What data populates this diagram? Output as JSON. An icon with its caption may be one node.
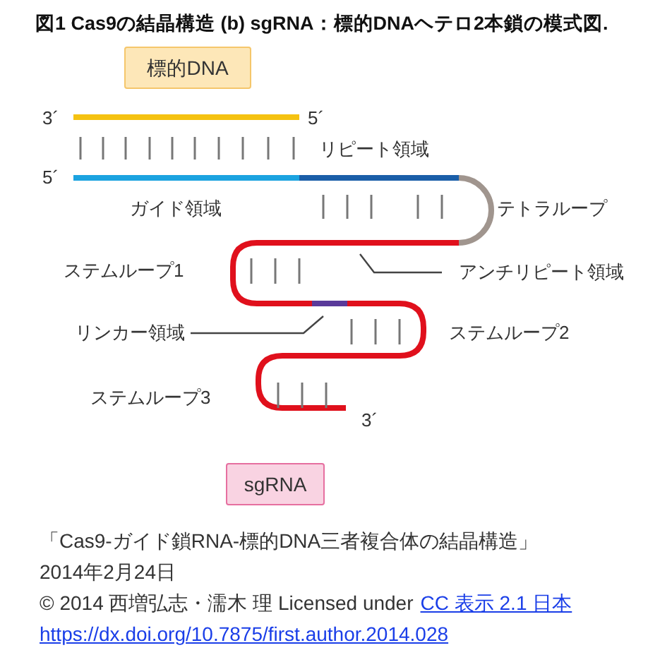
{
  "diagram": {
    "title": "図1 Cas9の結晶構造 (b) sgRNA：標的DNAヘテロ2本鎖の模式図.",
    "nodes": [
      {
        "text": [
          "標的DNA"
        ]
      },
      {
        "text": [
          "sgRNA"
        ]
      },
      {
        "text": [
          "アンチリピート領域"
        ]
      },
      {
        "text": [
          "リンカー領域"
        ]
      }
    ],
    "edges": [
      {
        "from": 2,
        "to": null,
        "arrow": "none"
      },
      {
        "from": 3,
        "to": null,
        "arrow": "none"
      }
    ],
    "labels": [
      "3´",
      "5´",
      "リピート領域",
      "5´",
      "ガイド領域",
      "テトラループ",
      "ステムループ1",
      "ステムループ2",
      "ステムループ3",
      "3´",
      "「Cas9-ガイド鎖RNA-標的DNA三者複合体の結晶構造」",
      "2014年2月24日",
      "© 2014 西増弘志・濡木 理 Licensed under",
      "CC 表示 2.1 日本",
      "https://dx.doi.org/10.7875/first.author.2014.028"
    ]
  }
}
